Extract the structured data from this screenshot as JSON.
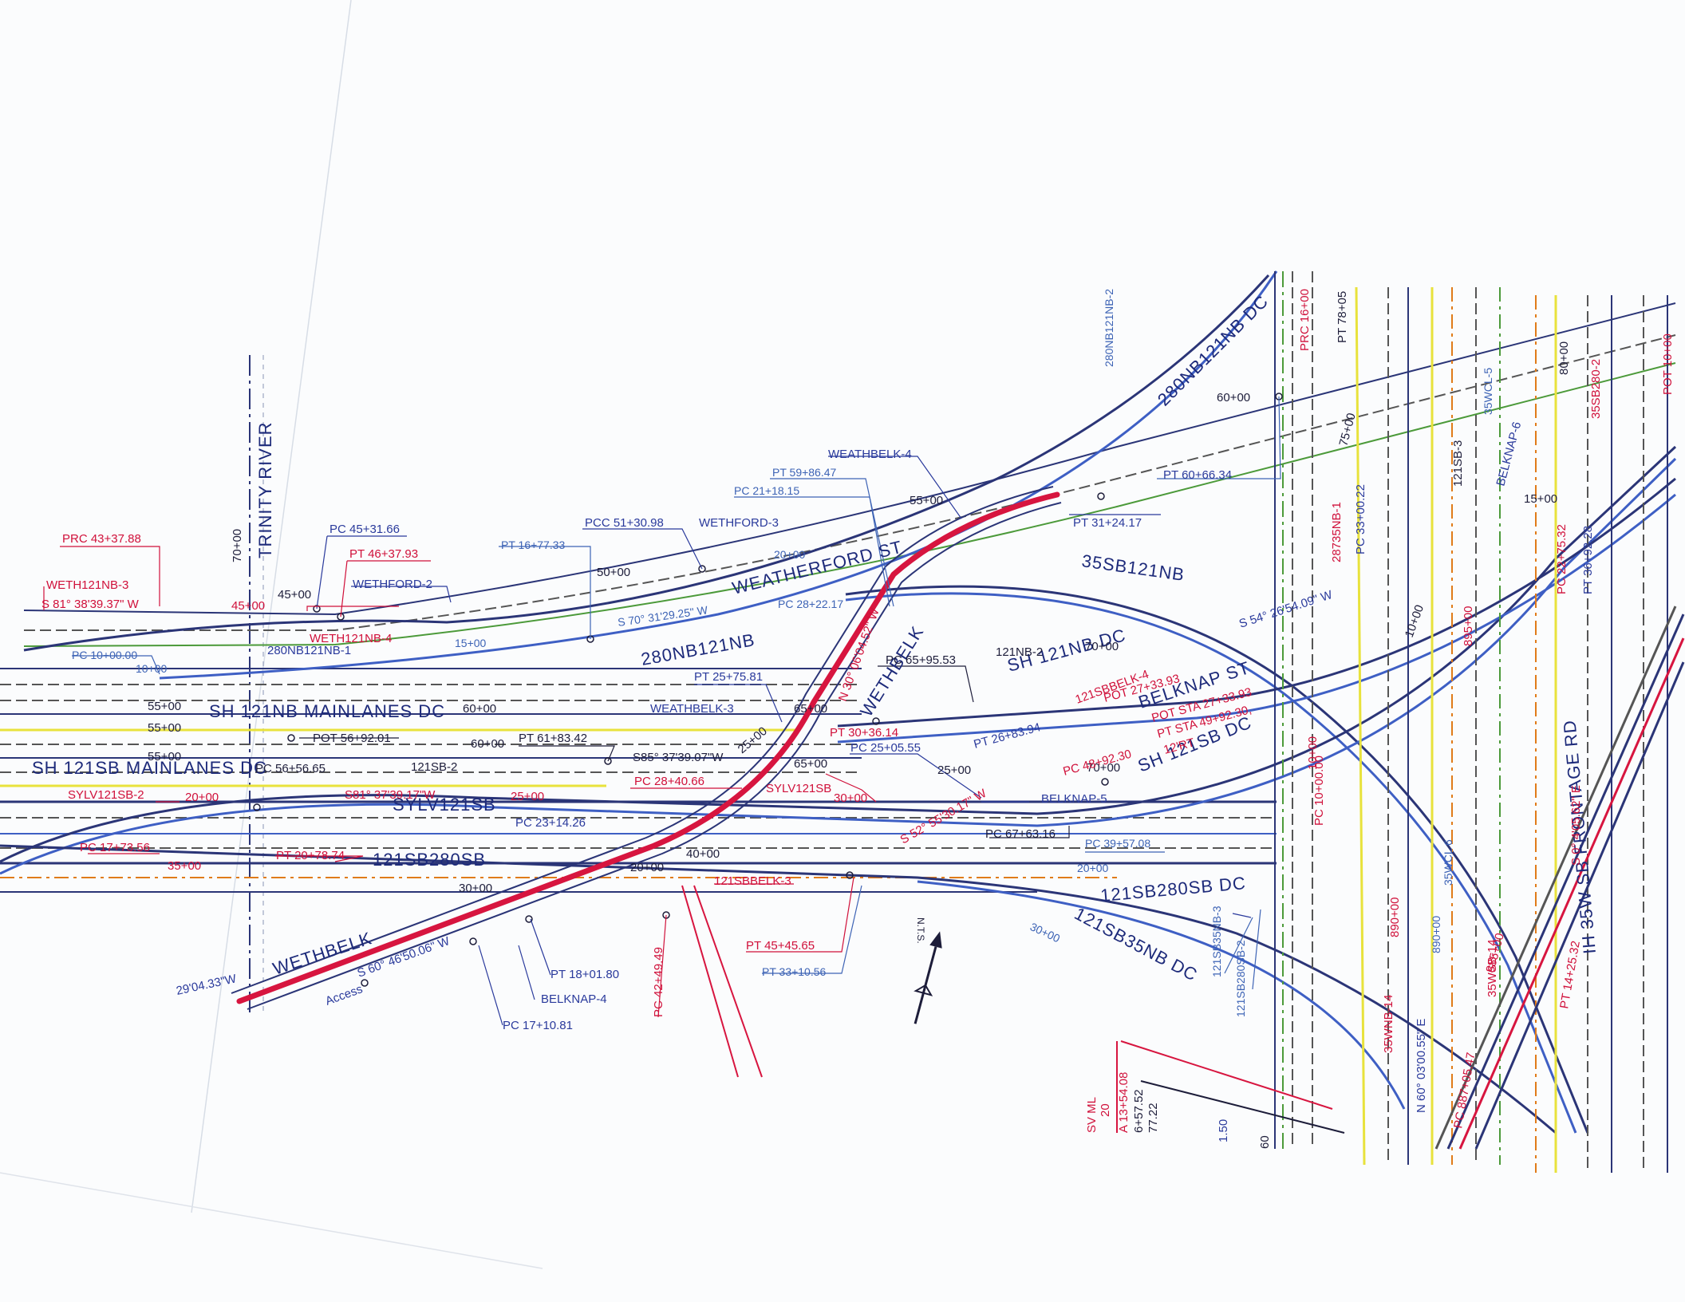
{
  "colors": {
    "road_dark": "#2b3577",
    "road_blue": "#3e5fc4",
    "highlight_red": "#d7153f",
    "text_red": "#d0103a",
    "text_blue": "#3d63b5",
    "yellow": "#e8e23c",
    "green": "#4c9a3a",
    "orange": "#e07b19",
    "grid": "#d7dde6"
  },
  "roads": {
    "trinity_river": "TRINITY RIVER",
    "weatherford_st": "WEATHERFORD ST",
    "sh121nb_mainlanes": "SH 121NB MAINLANES DC",
    "sh121sb_mainlanes": "SH 121SB MAINLANES DC",
    "n280nb121nb": "280NB121NB",
    "n280nb121nb_dc": "280NB121NB DC",
    "n35sb121nb": "35SB121NB",
    "sh121nb_dc": "SH 121NB DC",
    "belknap_st": "BELKNAP ST",
    "sh121sb_dc": "SH 121SB DC",
    "wethbelk_top": "WETHBELK",
    "wethbelk_bottom": "WETHBELK",
    "sylv121sb": "SYLV121SB",
    "n121sb280sb": "121SB280SB",
    "n121sb280sb_dc": "121SB280SB DC",
    "n121sb35nb_dc": "121SB35NB DC",
    "frontage_rd": "IH 35W SB FRONTAGE RD"
  },
  "labels": {
    "prc_43": "PRC 43+37.88",
    "weth121nb_3": "WETH121NB-3",
    "bearing_81": "S 81° 38'39.37\" W",
    "pc_45": "PC 45+31.66",
    "pt_46": "PT 46+37.93",
    "wethford_2": "WETHFORD-2",
    "weth121nb_4": "WETH121NB-4",
    "n280nb121nb_1": "280NB121NB-1",
    "pc_10": "PC 10+00.00",
    "pt_16": "PT 16+77.33",
    "pcc_51": "PCC 51+30.98",
    "wethford_3": "WETHFORD-3",
    "pc_21": "PC 21+18.15",
    "pt_59": "PT 59+86.47",
    "weathbelk_4": "WEATHBELK-4",
    "pt_31": "PT 31+24.17",
    "pt_60": "PT 60+66.34",
    "bearing_70": "S 70° 31'29.25\" W",
    "pc_28_top": "PC 28+22.17",
    "pc_65": "PC 65+95.53",
    "n121nb_2": "121NB-2",
    "pt_25": "PT 25+75.81",
    "weathbelk_3": "WEATHBELK-3",
    "pot_56": "POT 56+92.01",
    "pt_61": "PT 61+83.42",
    "bearing_85": "S85° 37'39.07\"W",
    "pc_56": "PC 56+56.65",
    "n121sb_2": "121SB-2",
    "sylv121sb_2": "SYLV121SB-2",
    "bearing_81b": "S81° 37'39.17\"W",
    "pc_17": "PC 17+73.56",
    "pt_20": "PT 20+78.74",
    "pc_28_mid": "PC 28+40.66",
    "sylv121sb_lbl": "SYLV121SB",
    "pc_23": "PC 23+14.26",
    "pt_30": "PT 30+36.14",
    "pc_25": "PC 25+05.55",
    "pt_26": "PT 26+83.94",
    "n121sbbelk_4": "121SBBELK-4",
    "pot_27": "POT 27+33.93",
    "pot_sta": "POT STA 27+33.93",
    "pt_sta": "PT STA 49+92.30,",
    "rt_12": "12'RT",
    "pc_48": "PC 48+92.30",
    "belknap_5": "BELKNAP-5",
    "pc_67": "PC 67+63.16",
    "pc_39": "PC 39+57.08",
    "n121sbbelk_3": "121SBBELK-3",
    "pt_45": "PT 45+45.65",
    "pt_33": "PT 33+10.56",
    "pc_42": "PC 42+49.49",
    "pt_18": "PT 18+01.80",
    "belknap_4": "BELKNAP-4",
    "pc_17b": "PC 17+10.81",
    "bearing_wb": "S 60° 46'50.06\" W",
    "bearing_29": "29'04.33\"W",
    "access": "Access",
    "nts": "N.T.S.",
    "n280nb121nb_2": "280NB121NB-2",
    "prc_16": "PRC 16+00",
    "pt_78": "PT 78+05",
    "n28735nb_1": "28735NB-1",
    "pc_33": "PC 33+00.22",
    "pc_10b": "PC 10+00.00",
    "n121sb_3": "121SB-3",
    "belknap_6": "BELKNAP-6",
    "n35wcl_5": "35WCL-5",
    "n35wcl_6": "35WCL 6",
    "pc_22": "PC 22+75.32",
    "pt_36": "PT 36+92.28",
    "pot_10": "POT 10+00",
    "n35sb280_2": "35SB280-2",
    "bearing_0": "S 0° 4'05.62\" E",
    "n35wsb_14": "35WSB-14",
    "n35wnb_14": "35WNB-14",
    "bearing_60": "N 60° 03'00.55\" E",
    "pc_887": "PC 887+05.47",
    "pt_14": "PT 14+25.32",
    "n121sb35nb_3": "121SB35NB-3",
    "n121sb280sb_2": "121SB280SB-2",
    "bearing_54": "S 54° 26'54.09\" W",
    "bearing_52": "S 52° 55'30.17\" W",
    "bearing_30": "N 30° 06'04.52\" W",
    "sv_ml": "SV ML",
    "v20": "20",
    "v1354": "A 13+54.08",
    "v5752": "6+57.52",
    "v7722": "77.22",
    "v150": "1.50",
    "v60": "60"
  },
  "stations": {
    "s70": "70+00",
    "s45a": "45+00",
    "s45b": "45+00",
    "s50": "50+00",
    "s55a": "55+00",
    "s60a": "60+00",
    "s20a": "20+00",
    "s15a": "15+00",
    "s10a": "10+00",
    "s55b": "55+00",
    "s60b": "60+00",
    "s55c": "55+00",
    "s65a": "65+00",
    "s55d": "55+00",
    "s60c": "60+00",
    "s25a": "25+00",
    "s65b": "65+00",
    "s20b": "20+00",
    "s25b": "25+00",
    "s30a": "30+00",
    "s35": "35+00",
    "s30b": "30+00",
    "s20c": "20+00",
    "s40": "40+00",
    "s70b": "70+00",
    "s75": "75+00",
    "s70c": "70+00",
    "s25c": "25+00",
    "s20d": "20+00",
    "s15b": "15+00",
    "s890a": "890+00",
    "s890b": "890+00",
    "s895": "895+00",
    "s80": "80+00",
    "s885": "885+00",
    "s15c": "15+00",
    "s10b": "10+00",
    "s30c": "30+00",
    "s10c": "10+00"
  }
}
